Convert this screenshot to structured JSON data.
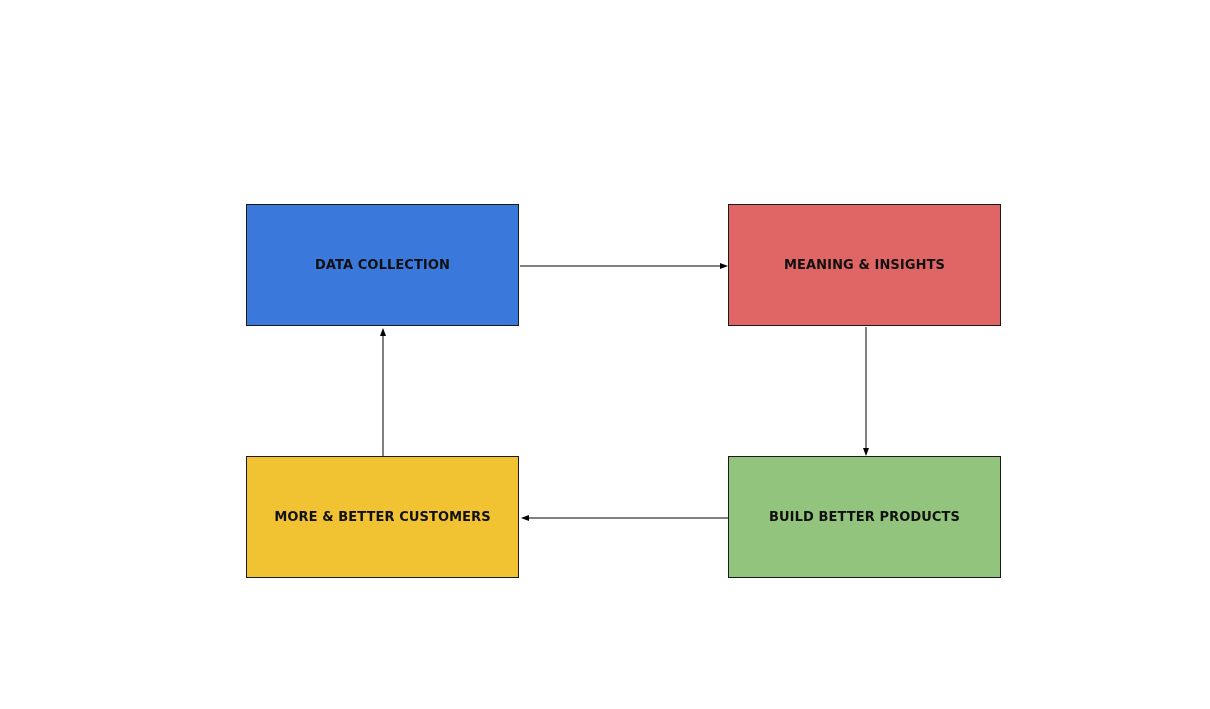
{
  "diagram": {
    "nodes": [
      {
        "id": "data-collection",
        "label": "DATA COLLECTION",
        "color": "#3b78db"
      },
      {
        "id": "meaning-insights",
        "label": "MEANING & INSIGHTS",
        "color": "#e06666"
      },
      {
        "id": "build-products",
        "label": "BUILD BETTER PRODUCTS",
        "color": "#93c47d"
      },
      {
        "id": "more-customers",
        "label": "MORE & BETTER CUSTOMERS",
        "color": "#f1c232"
      }
    ],
    "edges": [
      {
        "from": "data-collection",
        "to": "meaning-insights"
      },
      {
        "from": "meaning-insights",
        "to": "build-products"
      },
      {
        "from": "build-products",
        "to": "more-customers"
      },
      {
        "from": "more-customers",
        "to": "data-collection"
      }
    ],
    "line_color": "#000000"
  }
}
